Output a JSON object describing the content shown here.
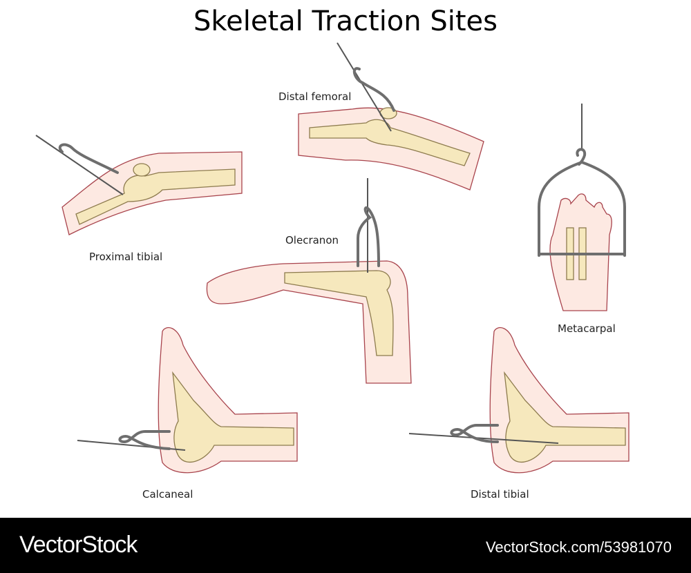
{
  "title": "Skeletal Traction Sites",
  "labels": {
    "proximal_tibial": "Proximal tibial",
    "distal_femoral": "Distal femoral",
    "olecranon": "Olecranon",
    "metacarpal": "Metacarpal",
    "calcaneal": "Calcaneal",
    "distal_tibial": "Distal tibial"
  },
  "footer": {
    "brand": "VectorStock",
    "image_id": "VectorStock.com/53981070"
  },
  "colors": {
    "skin": "#fde9e2",
    "skin_outline": "#a8434c",
    "bone": "#f6e8bd",
    "wire": "#6e6e6e",
    "footer_bg": "#000000"
  }
}
